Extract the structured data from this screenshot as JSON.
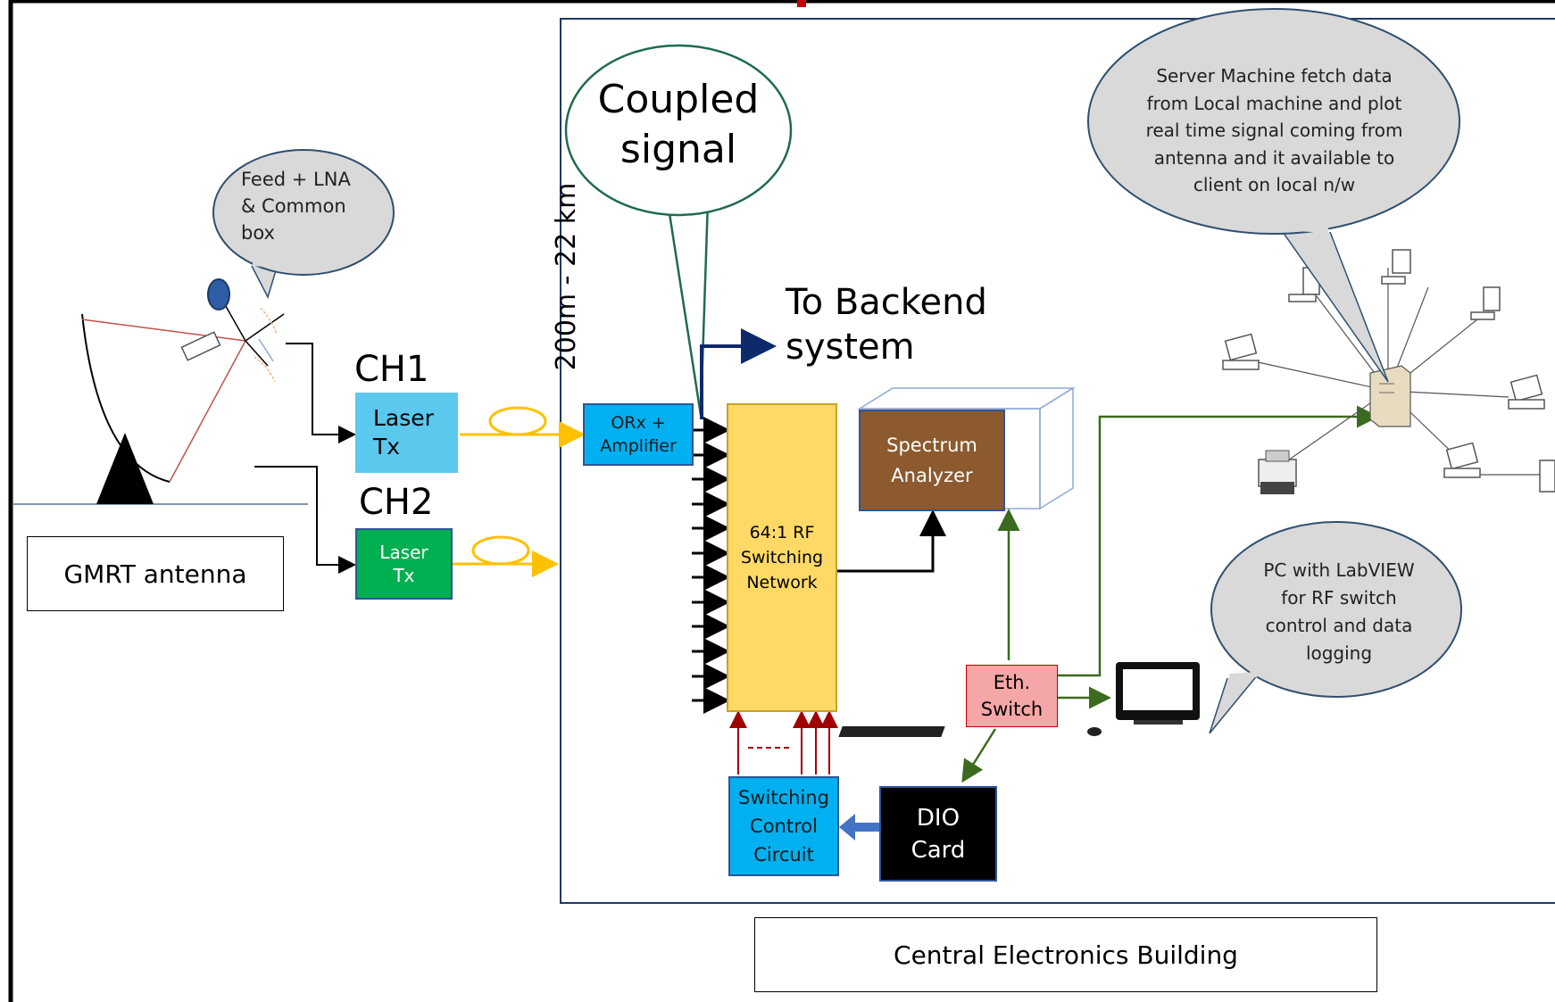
{
  "labels": {
    "gmrt_antenna": "GMRT antenna",
    "feed_bubble": "Feed + LNA\n& Common\nbox",
    "ch1": "CH1",
    "ch2": "CH2",
    "laser_tx_1": "Laser\nTx",
    "laser_tx_2": "Laser\nTx",
    "distance": "200m - 22 km",
    "coupled_signal": "Coupled\nsignal",
    "to_backend": "To Backend\nsystem",
    "orx_amplifier": "ORx +\nAmplifier",
    "rf_switching": "64:1 RF\nSwitching\nNetwork",
    "spectrum_analyzer": "Spectrum\nAnalyzer",
    "server_bubble": "Server Machine fetch data\nfrom Local machine and plot\nreal time signal coming from\nantenna and it available to\nclient on local n/w",
    "pc_bubble": "PC with LabVIEW\nfor RF switch\ncontrol and data\nlogging",
    "eth_switch": "Eth.\nSwitch",
    "switching_control": "Switching\nControl\nCircuit",
    "dio_card": "DIO\nCard",
    "central_building": "Central Electronics Building"
  },
  "colors": {
    "laser_tx_1": "#5bc8ee",
    "laser_tx_2": "#00b050",
    "orx": "#00b0f0",
    "rf_switching": "#ffd966",
    "spectrum": "#8c5a2e",
    "eth": "#f4a7a6",
    "switching_control": "#00b0f0",
    "dio": "#000000",
    "fiber": "#ffc000",
    "green_line": "#3a6b1e",
    "dark_red": "#a00000",
    "navy": "#0d2a6b"
  },
  "icons": [
    "parabolic-dish-icon",
    "server-icon",
    "laptop-icon",
    "desktop-icon",
    "printer-icon",
    "all-in-one-pc-icon"
  ]
}
